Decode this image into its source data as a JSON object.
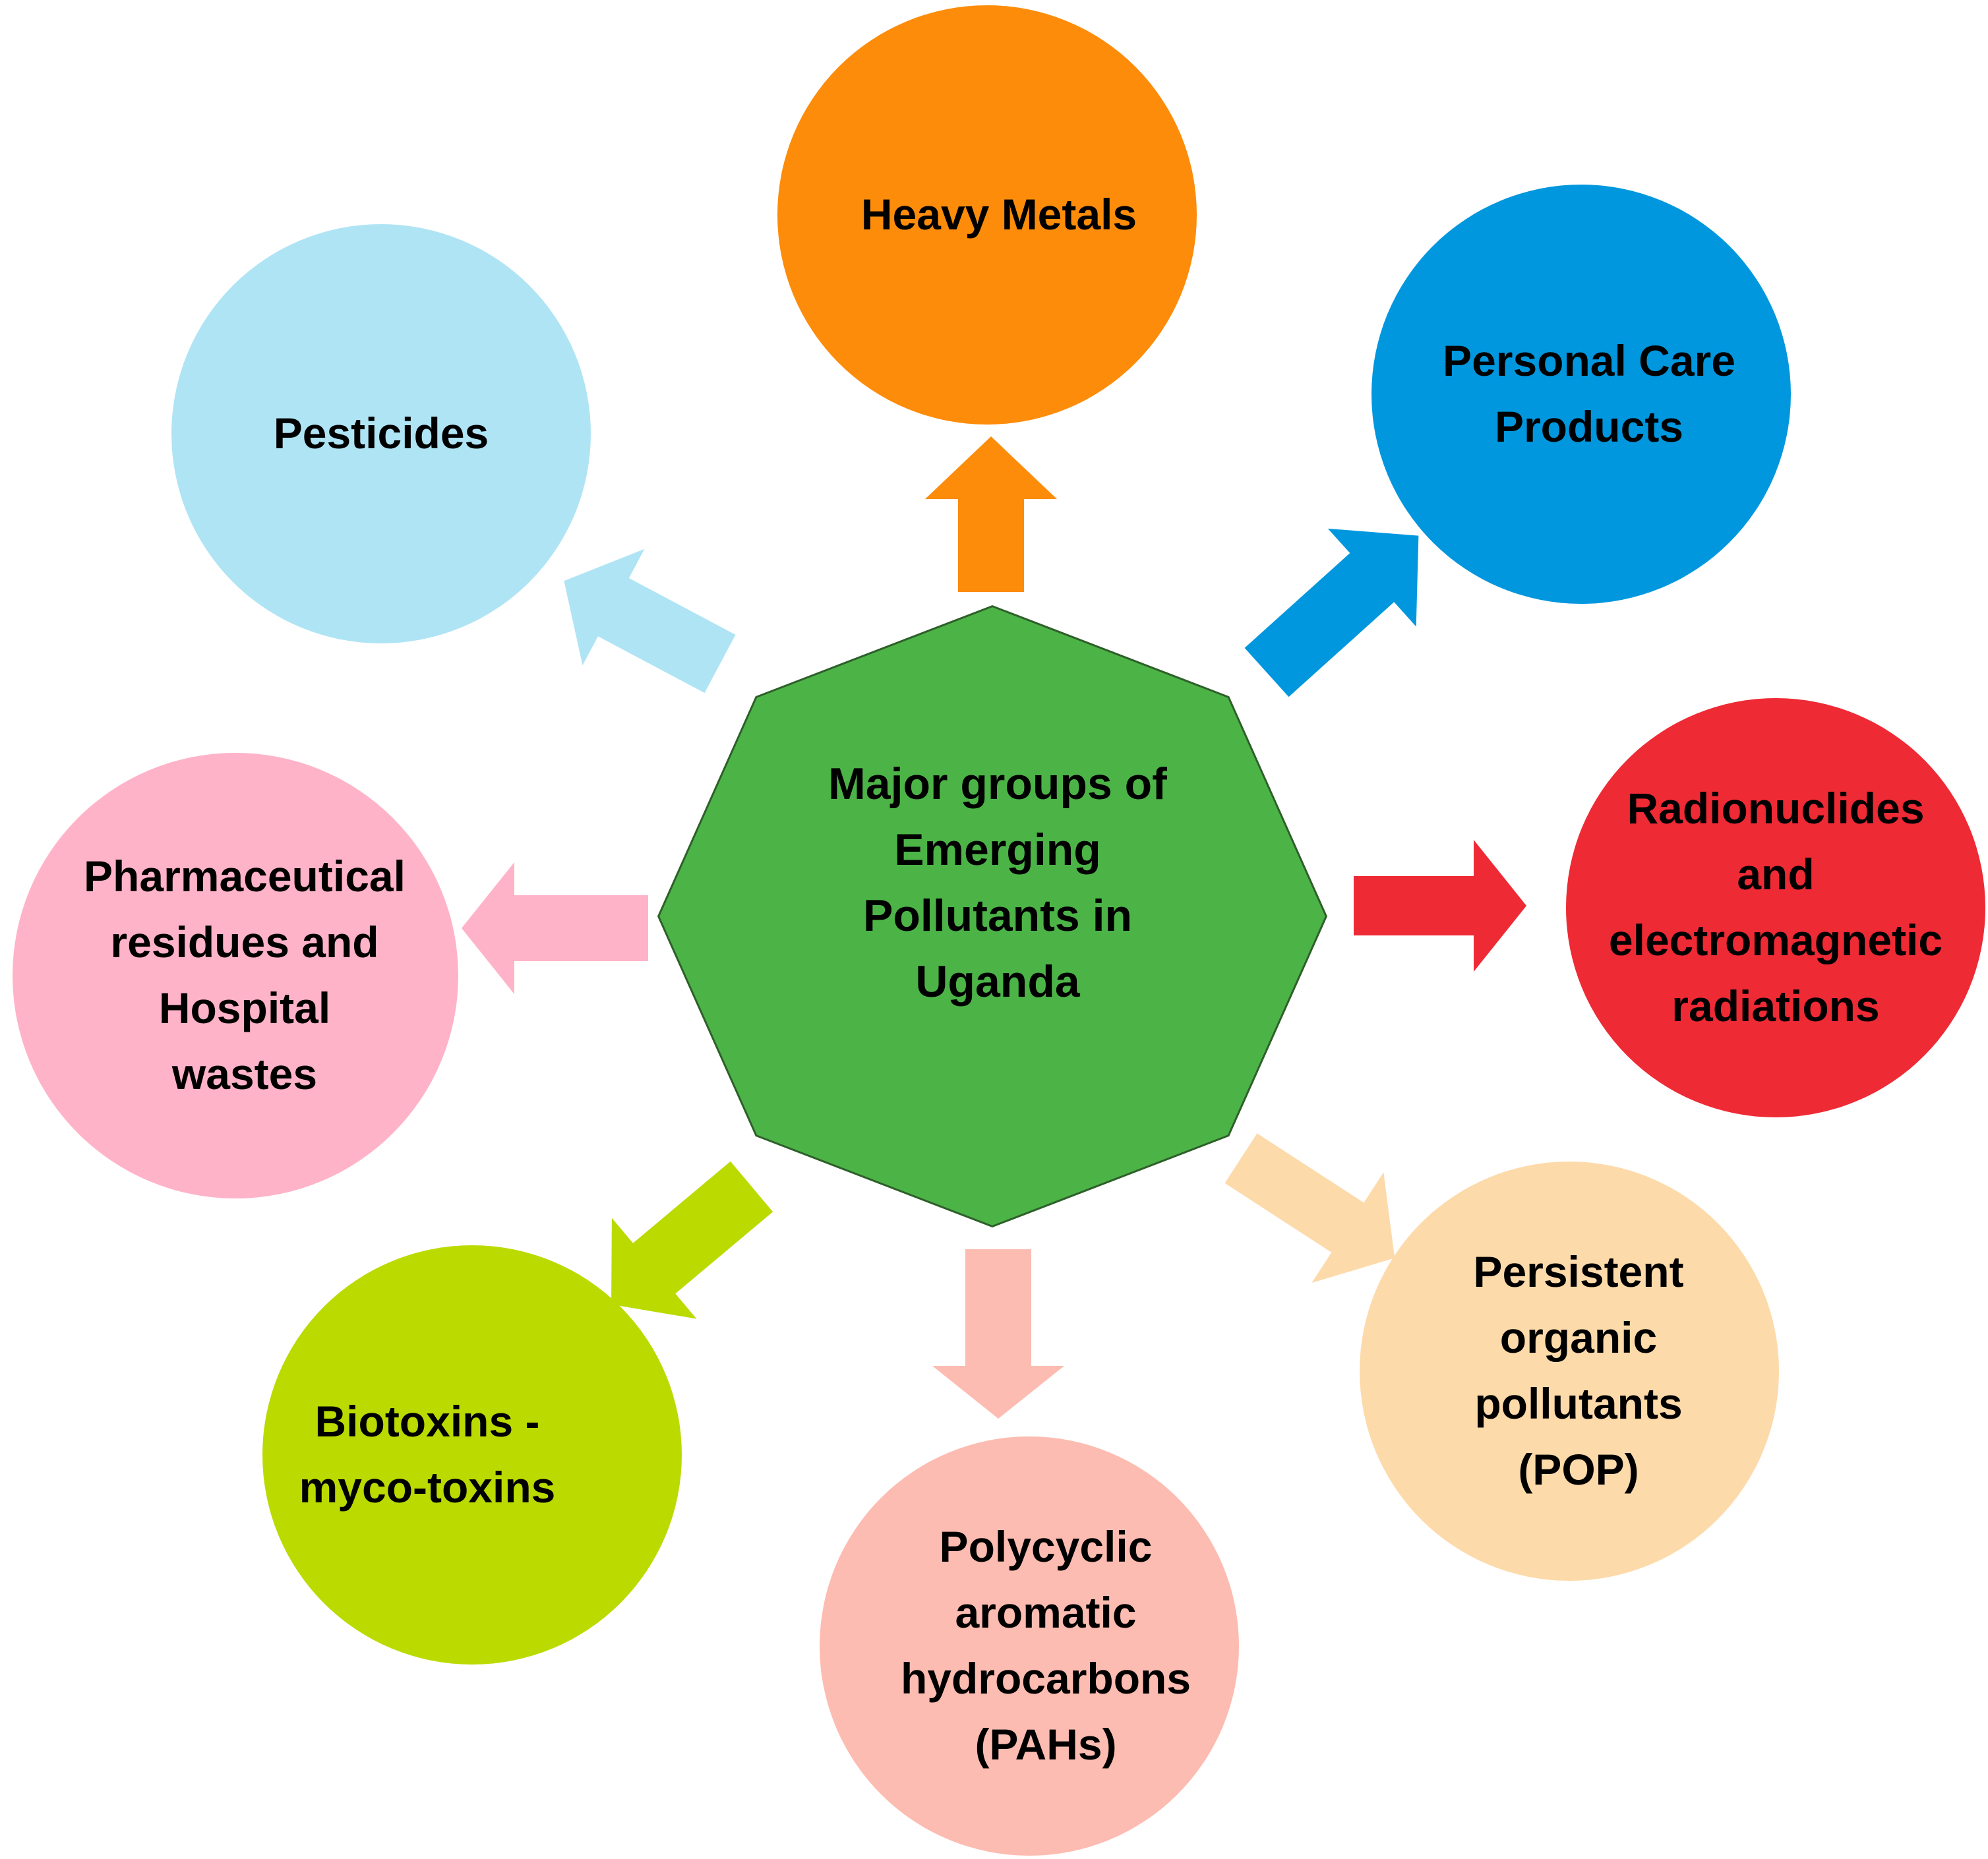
{
  "center": {
    "lines": [
      "Major groups of",
      "Emerging",
      "Pollutants in",
      "Uganda"
    ],
    "color": "#4CB447"
  },
  "nodes": [
    {
      "id": "heavy-metals",
      "lines": [
        "Heavy Metals"
      ],
      "color": "#FD8C0A"
    },
    {
      "id": "personal-care-products",
      "lines": [
        "Personal Care",
        "Products"
      ],
      "color": "#0097DE"
    },
    {
      "id": "radionuclides",
      "lines": [
        "Radionuclides",
        "and",
        "electromagnetic",
        "radiations"
      ],
      "color": "#EE2A35"
    },
    {
      "id": "persistent-organic-pollutants",
      "lines": [
        "Persistent",
        "organic",
        "pollutants",
        "(POP)"
      ],
      "color": "#FDDAAA"
    },
    {
      "id": "pahs",
      "lines": [
        "Polycyclic",
        "aromatic",
        "hydrocarbons",
        "(PAHs)"
      ],
      "color": "#FDBCB1"
    },
    {
      "id": "biotoxins",
      "lines": [
        "Biotoxins -",
        "myco-toxins"
      ],
      "color": "#BBDA00"
    },
    {
      "id": "pharmaceutical-residues",
      "lines": [
        "Pharmaceutical",
        "residues and",
        "Hospital",
        "wastes"
      ],
      "color": "#FFB3C8"
    },
    {
      "id": "pesticides",
      "lines": [
        "Pesticides"
      ],
      "color": "#AFE4F5"
    }
  ]
}
